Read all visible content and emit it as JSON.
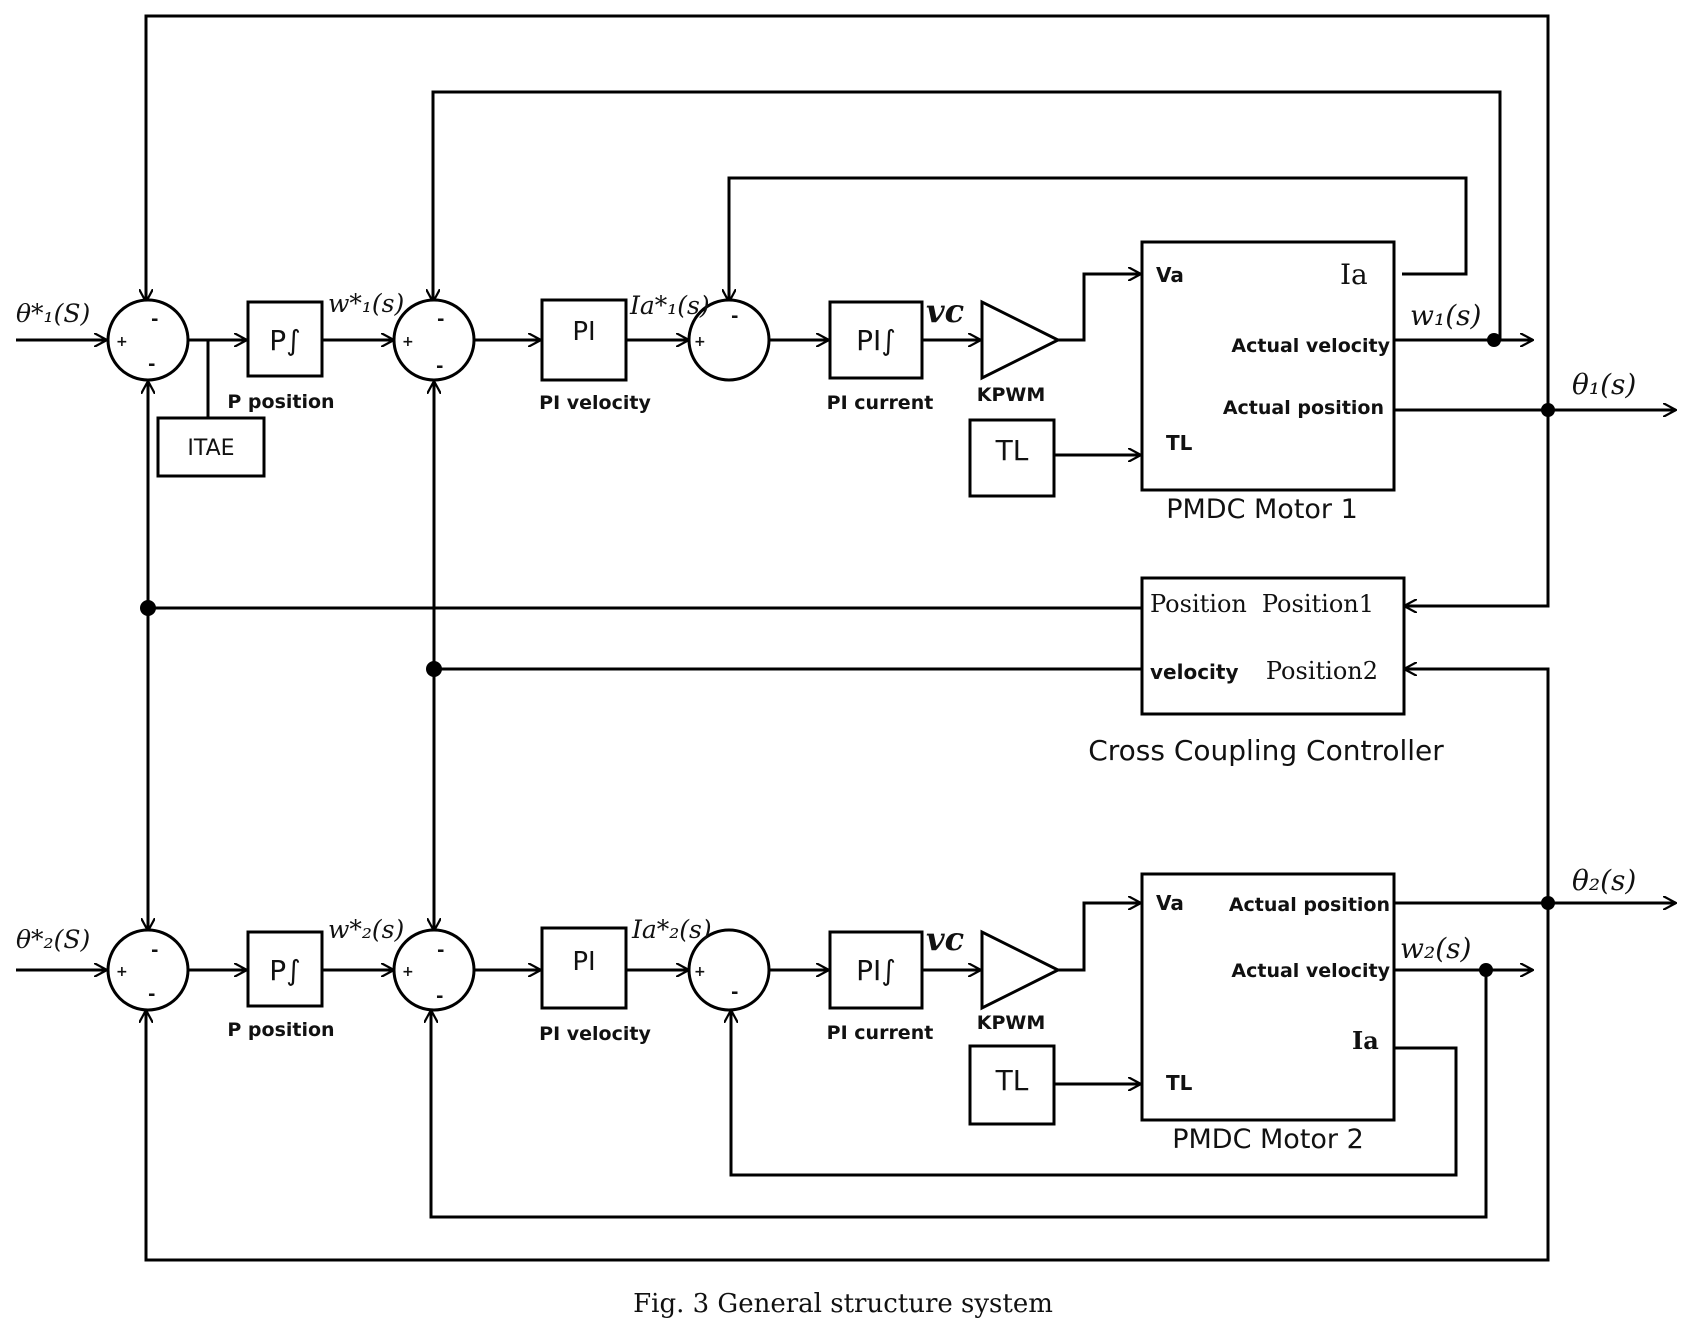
{
  "caption": "Fig. 3 General structure system",
  "inputs": {
    "theta1_ref": "θ*₁(S)",
    "theta2_ref": "θ*₂(S)"
  },
  "signals": {
    "w1_ref": "w*₁(s)",
    "w2_ref": "w*₂(s)",
    "ia1_ref": "Ia*₁(s)",
    "ia2_ref": "Ia*₂(s)",
    "vc": "vc",
    "w1_out": "w₁(s)",
    "w2_out": "w₂(s)",
    "theta1_out": "θ₁(s)",
    "theta2_out": "θ₂(s)"
  },
  "blocks": {
    "p_int_symbol": "P∫",
    "pi_symbol": "PI",
    "pi_int_symbol": "PI∫",
    "tl": "TL",
    "itae": "ITAE",
    "p_position_label": "P position",
    "pi_velocity_label": "PI velocity",
    "pi_current_label": "PI current",
    "kpwm_label": "KPWM"
  },
  "signs": {
    "plus": "+",
    "minus": "-"
  },
  "motor1": {
    "title": "PMDC Motor 1",
    "va": "Va",
    "ia": "Ia",
    "actual_velocity": "Actual velocity",
    "actual_position": "Actual position",
    "tl": "TL"
  },
  "motor2": {
    "title": "PMDC Motor 2",
    "va": "Va",
    "ia": "Ia",
    "actual_velocity": "Actual velocity",
    "actual_position": "Actual position",
    "tl": "TL"
  },
  "ccc": {
    "title": "Cross Coupling  Controller",
    "position_out": "Position",
    "velocity_out": "velocity",
    "position1_in": "Position1",
    "position2_in": "Position2"
  }
}
